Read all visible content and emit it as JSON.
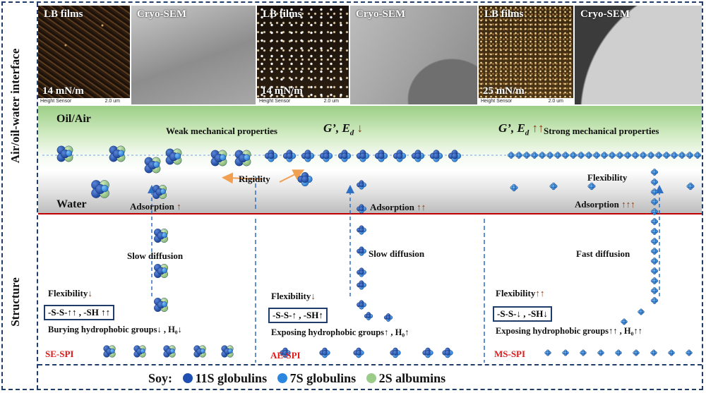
{
  "side_labels": {
    "interface": "Air/oil-water interface",
    "structure": "Structure"
  },
  "panels": [
    {
      "lb_title": "LB films",
      "lb_pressure": "14 mN/m",
      "sem_title": "Cryo-SEM",
      "sensor": "Height Sensor",
      "scale": "2.0 um"
    },
    {
      "lb_title": "LB films",
      "lb_pressure": "14 mN/m",
      "sem_title": "Cryo-SEM",
      "sensor": "Height Sensor",
      "scale": "2.0 um"
    },
    {
      "lb_title": "LB films",
      "lb_pressure": "25 mN/m",
      "sem_title": "Cryo-SEM",
      "sensor": "Height Sensor",
      "scale": "2.0 um"
    }
  ],
  "interface": {
    "oil_air": "Oil/Air",
    "water": "Water",
    "weak": "Weak mechanical properties",
    "strong": "Strong mechanical properties",
    "g_prime": "G’, E",
    "g_sub": "d",
    "rigidity": "Rigidity",
    "flexibility": "Flexibility"
  },
  "columns": [
    {
      "adsorption": "Adsorption",
      "ads_arrows": "↑",
      "diffusion": "Slow diffusion",
      "flex": "Flexibility",
      "flex_arrows": "↓",
      "box": "-S-S-↑↑ , -SH ↑↑",
      "groups": "Burying hydrophobic groups↓ , H₀↓",
      "name": "SE-SPI"
    },
    {
      "adsorption": "Adsorption",
      "ads_arrows": "↑↑",
      "diffusion": "Slow diffusion",
      "flex": "Flexibility",
      "flex_arrows": "↓",
      "box": "-S-S-↑ , -SH↑",
      "groups": "Exposing hydrophobic groups↑ , H₀↑",
      "name": "AE-SPI"
    },
    {
      "adsorption": "Adsorption",
      "ads_arrows": "↑↑↑",
      "diffusion": "Fast diffusion",
      "flex": "Flexibility",
      "flex_arrows": "↑↑",
      "box": "-S-S-↓ , -SH↓",
      "groups": "Exposing hydrophobic groups↑↑ , H₀↑↑",
      "name": "MS-SPI"
    }
  ],
  "legend": {
    "prefix": "Soy:",
    "items": [
      "11S globulins",
      "7S globulins",
      "2S albumins"
    ]
  },
  "colors": {
    "c11s": "#1f4fb0",
    "c7s": "#2b86e0",
    "c2s": "#9ccc8a",
    "accent_red": "#e01818",
    "arrow_brown": "#8a3a12",
    "frame": "#1f3d6b"
  }
}
